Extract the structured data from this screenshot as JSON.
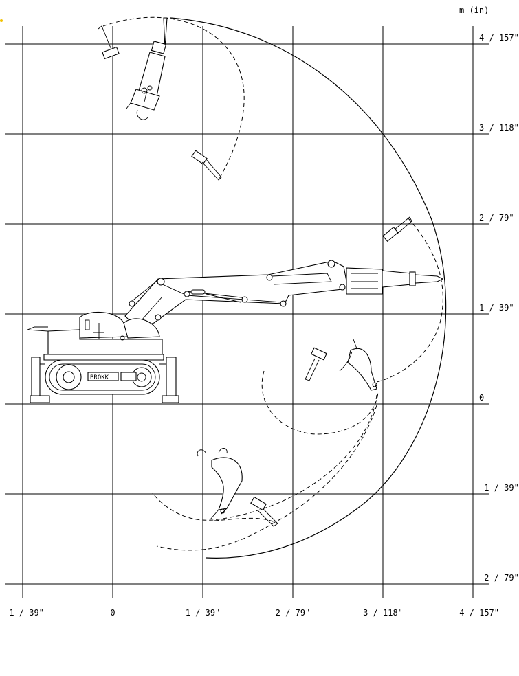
{
  "units_label": "m (in)",
  "x_axis": {
    "ticks": [
      {
        "value": -1,
        "label": "-1 /-39\""
      },
      {
        "value": 0,
        "label": "0"
      },
      {
        "value": 1,
        "label": "1 / 39\""
      },
      {
        "value": 2,
        "label": "2 / 79\""
      },
      {
        "value": 3,
        "label": "3 / 118\""
      },
      {
        "value": 4,
        "label": "4 / 157\""
      }
    ]
  },
  "y_axis": {
    "ticks": [
      {
        "value": 4,
        "label": "4 / 157\""
      },
      {
        "value": 3,
        "label": "3 / 118\""
      },
      {
        "value": 2,
        "label": "2 / 79\""
      },
      {
        "value": 1,
        "label": "1 / 39\""
      },
      {
        "value": 0,
        "label": "0"
      },
      {
        "value": -1,
        "label": "-1 /-39\""
      },
      {
        "value": -2,
        "label": "-2 /-79\""
      }
    ]
  },
  "machine": {
    "brand_plate": "BROKK"
  },
  "colors": {
    "ink": "#000000",
    "background": "#ffffff",
    "corner_mark": "#f2c200"
  }
}
